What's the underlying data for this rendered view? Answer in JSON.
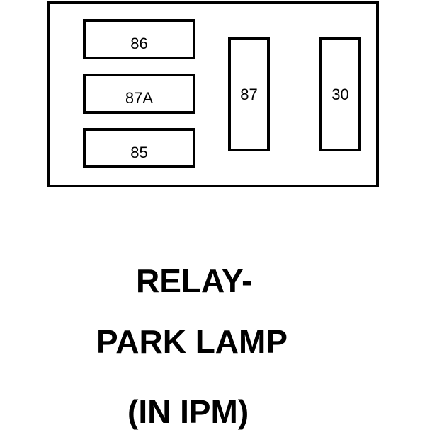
{
  "relay": {
    "terminals": {
      "t86": "86",
      "t87a": "87A",
      "t85": "85",
      "t87": "87",
      "t30": "30"
    }
  },
  "caption": {
    "line1": "RELAY-",
    "line2": "PARK LAMP",
    "line3": "(IN IPM)"
  }
}
